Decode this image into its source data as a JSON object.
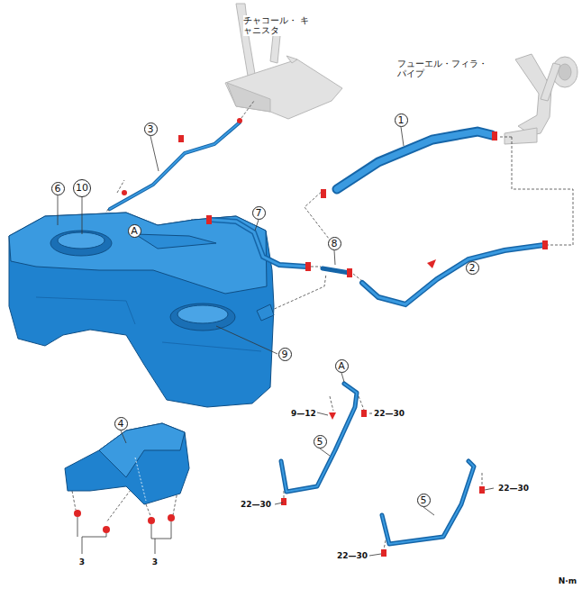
{
  "diagram": {
    "labels": [
      "チャコール・ キャニスタ",
      "フューエル・フィラ・ パイプ",
      "3",
      "1",
      "6",
      "10",
      "A",
      "7",
      "8",
      "2",
      "9",
      "4",
      "A",
      "5",
      "9—12",
      "22—30",
      "22—30",
      "5",
      "22—30",
      "22—30",
      "3",
      "3",
      "N·m"
    ]
  }
}
